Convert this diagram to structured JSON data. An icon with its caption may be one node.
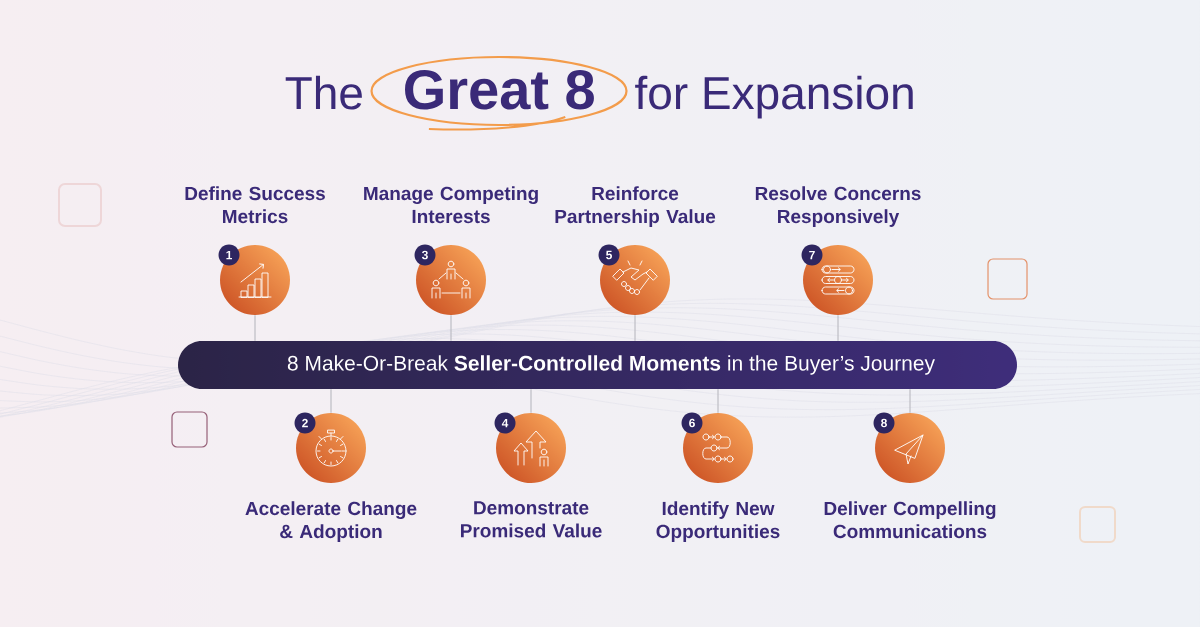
{
  "diagram": {
    "title": "The **Great 8** for Expansion",
    "nodes": [
      {
        "text": [
          "Define Success Metrics",
          "1"
        ]
      },
      {
        "text": [
          "2",
          "Accelerate Change & Adoption"
        ]
      },
      {
        "text": [
          "Manage Competing Interests",
          "3"
        ]
      },
      {
        "text": [
          "4",
          "Demonstrate Promised Value"
        ]
      },
      {
        "text": [
          "Reinforce Partnership Value",
          "5"
        ]
      },
      {
        "text": [
          "6",
          "Identify New Opportunities"
        ]
      },
      {
        "text": [
          "Resolve Concerns Responsively",
          "7"
        ]
      },
      {
        "text": [
          "8",
          "Deliver Compelling Communications"
        ]
      },
      {
        "text": [
          "8 Make-Or-Break **Seller-Controlled Moments** in the Buyer’s Journey"
        ]
      }
    ],
    "edges": [
      {
        "from": 0,
        "to": 8,
        "arrow": "none"
      },
      {
        "from": 1,
        "to": 8,
        "arrow": "none"
      },
      {
        "from": 2,
        "to": 8,
        "arrow": "none"
      },
      {
        "from": 3,
        "to": 8,
        "arrow": "none"
      },
      {
        "from": 4,
        "to": 8,
        "arrow": "none"
      },
      {
        "from": 5,
        "to": 8,
        "arrow": "none"
      },
      {
        "from": 6,
        "to": 8,
        "arrow": "none"
      },
      {
        "from": 7,
        "to": 8,
        "arrow": "none"
      }
    ]
  }
}
